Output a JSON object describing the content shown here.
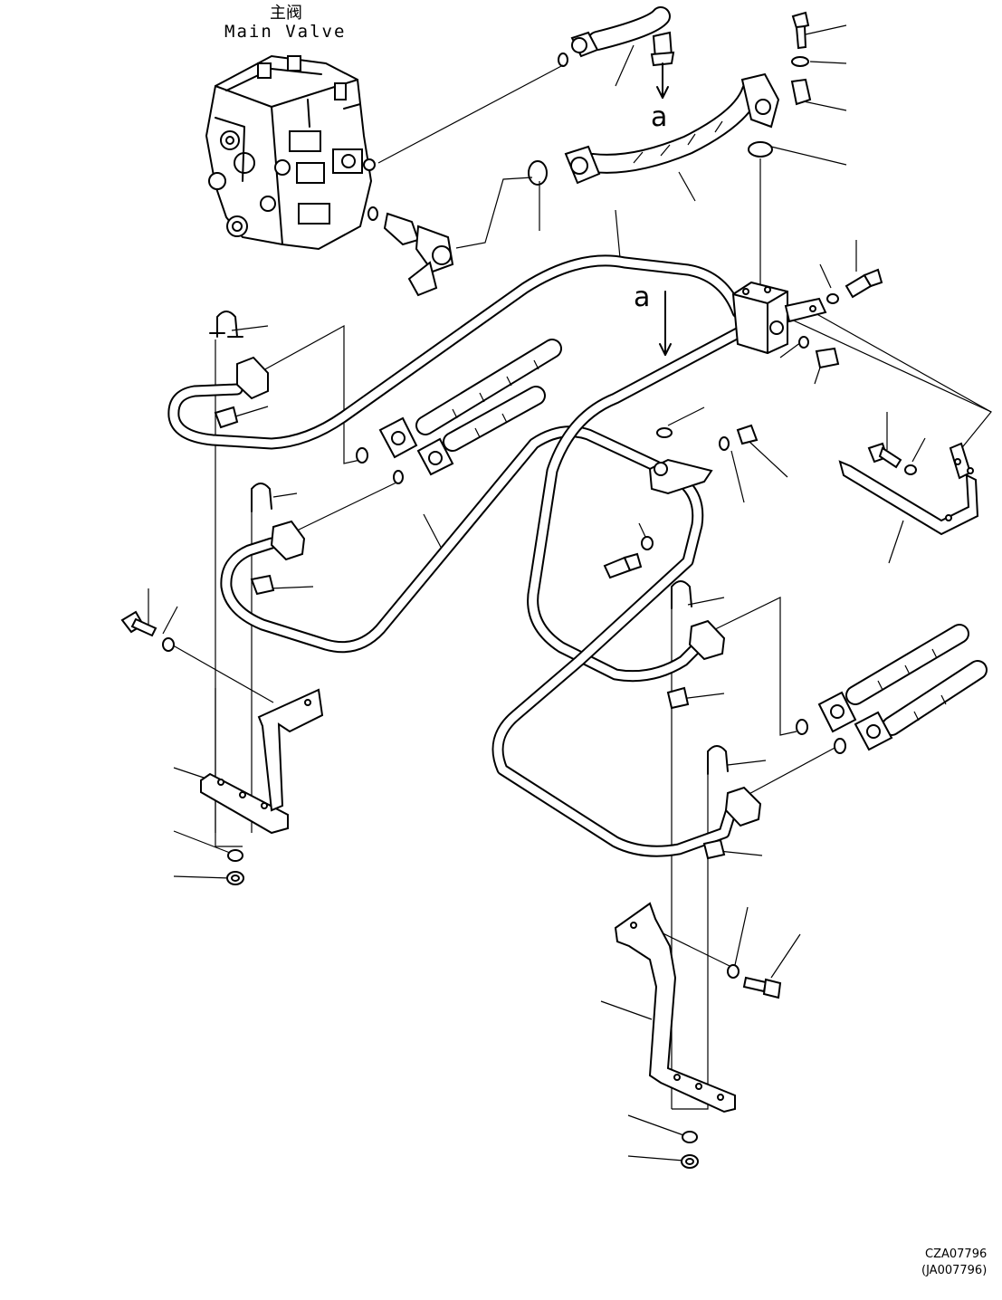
{
  "header": {
    "title_cn": "主阀",
    "title_en": "Main Valve"
  },
  "markers": {
    "view_a_top": "a",
    "view_a_mid": "a"
  },
  "footer": {
    "drawing_code": "CZA07796",
    "drawing_code_alt": "(JA007796)"
  }
}
